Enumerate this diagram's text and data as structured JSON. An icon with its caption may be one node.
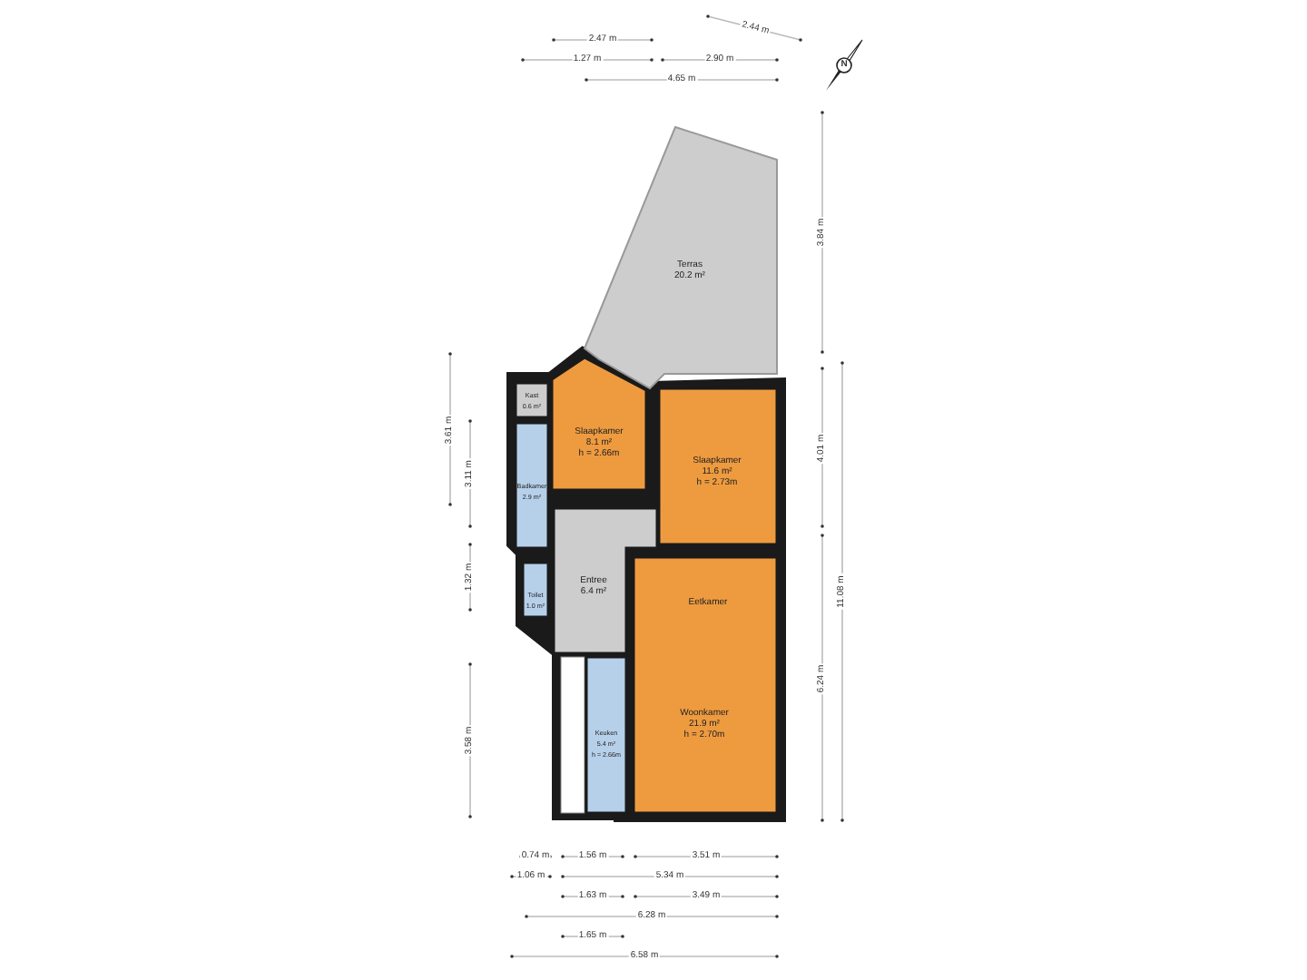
{
  "diagram": {
    "nodes": [
      {
        "text": [
          "Terras",
          "20.2 m²"
        ]
      },
      {
        "text": [
          "Kast",
          "0.6 m²"
        ]
      },
      {
        "text": [
          "Slaapkamer",
          "8.1 m²",
          "h = 2.66m"
        ]
      },
      {
        "text": [
          "Slaapkamer",
          "11.6 m²",
          "h = 2.73m"
        ]
      },
      {
        "text": [
          "Badkamer",
          "2.9 m²"
        ]
      },
      {
        "text": [
          "Toilet",
          "1.0 m²"
        ]
      },
      {
        "text": [
          "Entree",
          "6.4 m²"
        ]
      },
      {
        "text": [
          "Eetkamer",
          "Woonkamer",
          "21.9 m²",
          "h = 2.70m"
        ]
      },
      {
        "text": [
          "Keuken",
          "5.4 m²",
          "h = 2.66m"
        ]
      }
    ],
    "labels": [
      "2.47 m",
      "2.44 m",
      "1.27 m",
      "2.90 m",
      "4.65 m",
      "N",
      "3.61 m",
      "3.11 m",
      "1.32 m",
      "3.58 m",
      "3.84 m",
      "4.01 m",
      "11.08 m",
      "6.24 m",
      "0.74 m",
      "1.56 m",
      "3.51 m",
      "1.06 m",
      "5.34 m",
      "1.63 m",
      "3.49 m",
      "6.28 m",
      "1.65 m",
      "6.58 m"
    ]
  }
}
